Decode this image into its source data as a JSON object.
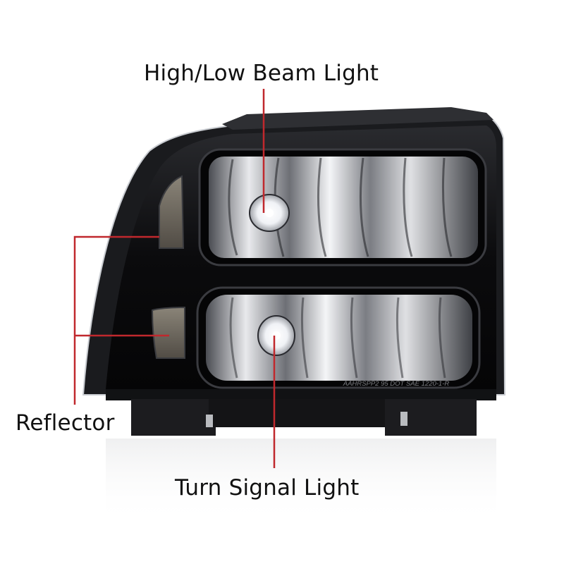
{
  "callouts": {
    "high_low_beam": "High/Low Beam Light",
    "turn_signal": "Turn Signal Light",
    "reflector": "Reflector"
  },
  "housing_marking": "AAHRSPP2 95 DOT SAE 1220-1-R",
  "colors": {
    "leader_line": "#c0282d",
    "housing": "#0d0d0f",
    "background": "#ffffff"
  }
}
